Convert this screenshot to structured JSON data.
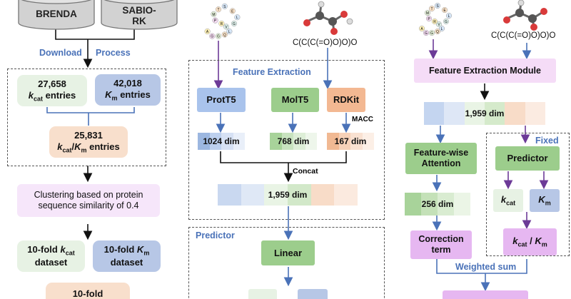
{
  "sources": {
    "brenda": "BRENDA",
    "sabio": "SABIO-\nRK"
  },
  "labels": {
    "download": "Download",
    "process": "Process",
    "feature_extraction": "Feature Extraction",
    "predictor": "Predictor",
    "concat": "Concat",
    "maccs": "MACC",
    "fixed": "Fixed",
    "weighted_sum": "Weighted sum"
  },
  "smiles": "C(C(C(=O)O)O)O",
  "protein_letters": [
    "S",
    "T",
    "M",
    "P",
    "R",
    "V",
    "L",
    "Q",
    "G",
    "G",
    "A",
    "G",
    "L",
    "E"
  ],
  "panel1": {
    "kcat_count": "27,658",
    "kcat_entries": "entries",
    "km_count": "42,018",
    "km_entries": "entries",
    "ratio_count": "25,831",
    "ratio_entries": "entries",
    "clustering": "Clustering based on protein sequence similarity of 0.4",
    "fold_kcat_pre": "10-fold",
    "fold_kcat_post": "dataset",
    "fold_km_pre": "10-fold",
    "fold_km_post": "dataset",
    "fold_ratio": "10-fold"
  },
  "panel2": {
    "prott5": "ProtT5",
    "molt5": "MolT5",
    "rdkit": "RDKit",
    "dim_prot": "1024 dim",
    "dim_mol": "768 dim",
    "dim_rd": "167 dim",
    "dim_concat": "1,959 dim",
    "linear": "Linear"
  },
  "panel3": {
    "module": "Feature Extraction Module",
    "dim_feature": "1,959 dim",
    "attention": "Feature-wise Attention",
    "predictor": "Predictor",
    "dim_256": "256 dim",
    "correction": "Correction term",
    "kcat": "k",
    "kcat_sub": "cat",
    "km": "K",
    "km_sub": "m"
  },
  "colors": {
    "green": "#e7f2e4",
    "green_dark": "#9ccd8c",
    "blue_light": "#b7c7e6",
    "blue_mid": "#a9c3ec",
    "peach": "#f8dfcc",
    "peach_dark": "#f3b892",
    "pink": "#f5dcf7",
    "pink_dark": "#e6b7f1",
    "blue_arrow": "#4a72b8",
    "purple_arrow": "#6c3a97"
  }
}
